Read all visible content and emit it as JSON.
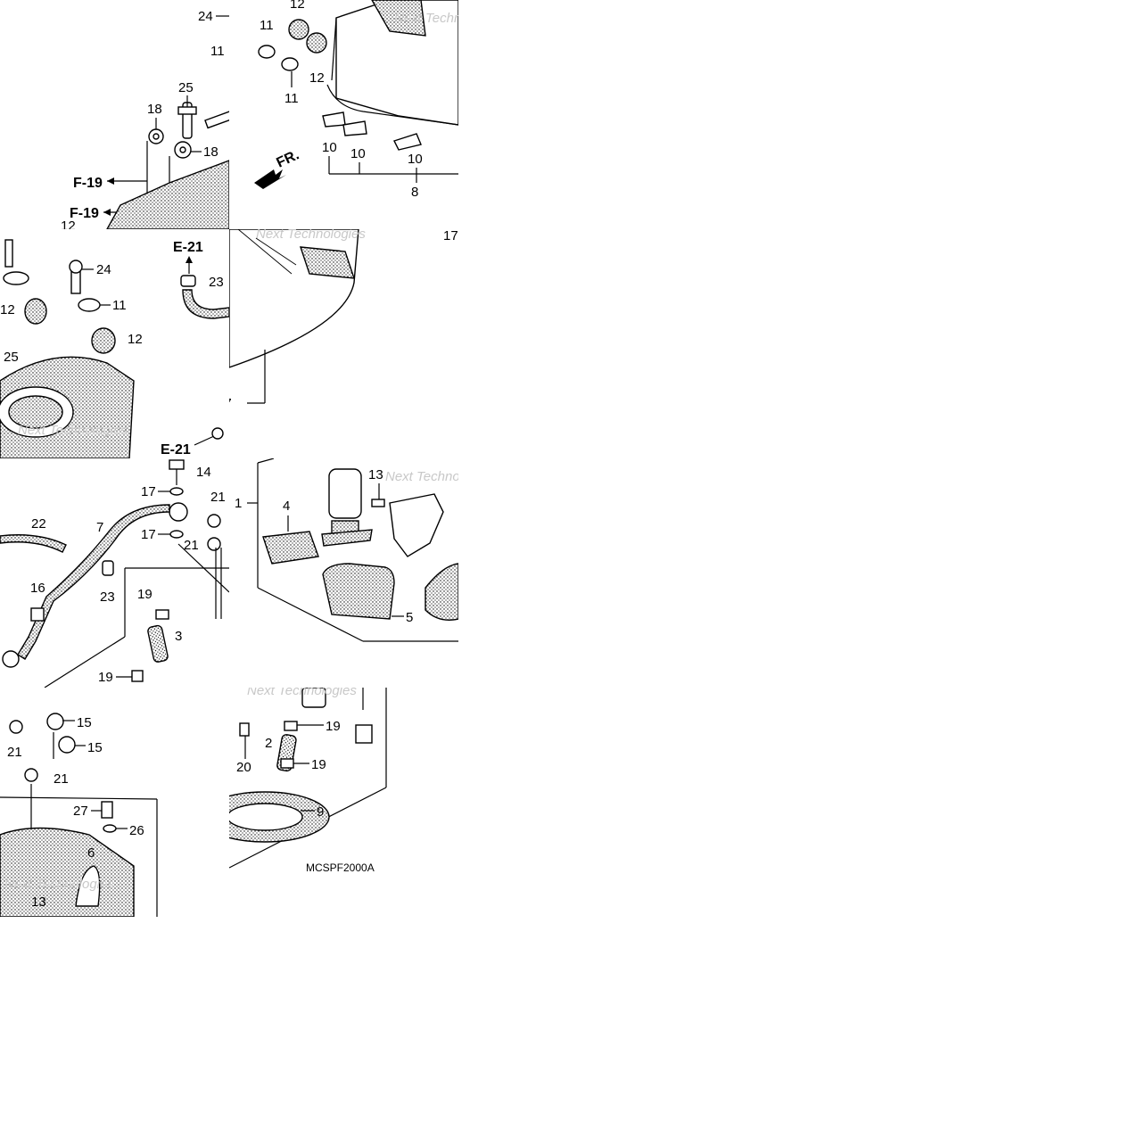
{
  "diagram": {
    "drawing_code": "MCSPF2000A",
    "front_indicator": "FR.",
    "watermark": "Next Technologies",
    "refs": {
      "f19": "F-19",
      "e21": "E-21"
    },
    "callouts": {
      "c1": "1",
      "c2": "2",
      "c3": "3",
      "c4": "4",
      "c5": "5",
      "c6": "6",
      "c7": "7",
      "c8": "8",
      "c9": "9",
      "c10": "10",
      "c11": "11",
      "c12": "12",
      "c13": "13",
      "c14": "14",
      "c15": "15",
      "c16": "16",
      "c17": "17",
      "c18": "18",
      "c19": "19",
      "c20": "20",
      "c21": "21",
      "c22": "22",
      "c23": "23",
      "c24": "24",
      "c25": "25",
      "c26": "26",
      "c27": "27"
    }
  }
}
